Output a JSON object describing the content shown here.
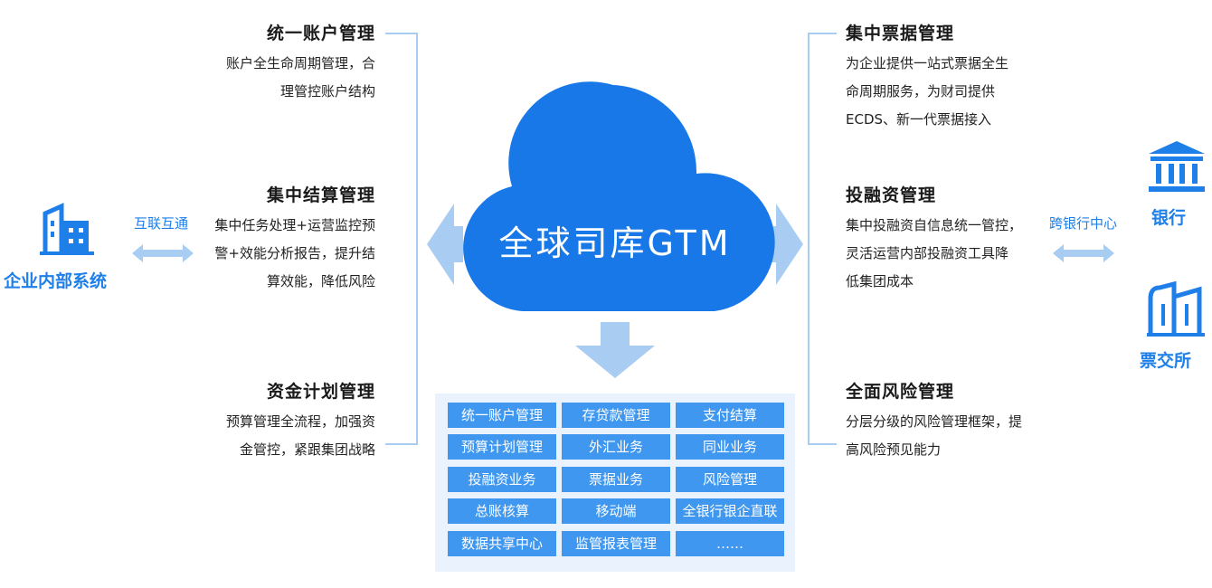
{
  "cloud": {
    "title": "全球司库GTM"
  },
  "left_external": {
    "label": "企业内部系统",
    "link_label": "互联互通"
  },
  "left_sections": [
    {
      "title": "统一账户管理",
      "lines": [
        "账户全生命周期管理，合",
        "理管控账户结构"
      ]
    },
    {
      "title": "集中结算管理",
      "lines": [
        "集中任务处理+运营监控预",
        "警+效能分析报告，提升结",
        "算效能，降低风险"
      ]
    },
    {
      "title": "资金计划管理",
      "lines": [
        "预算管理全流程，加强资",
        "金管控，紧跟集团战略"
      ]
    }
  ],
  "right_sections": [
    {
      "title": "集中票据管理",
      "lines": [
        "为企业提供一站式票据全生",
        "命周期服务，为财司提供",
        "ECDS、新一代票据接入"
      ]
    },
    {
      "title": "投融资管理",
      "lines": [
        "集中投融资自信息统一管控，",
        "灵活运营内部投融资工具降",
        "低集团成本"
      ]
    },
    {
      "title": "全面风险管理",
      "lines": [
        "分层分级的风险管理框架，提",
        "高风险预见能力"
      ]
    }
  ],
  "right_external": {
    "bank_label": "银行",
    "exchange_label": "票交所",
    "link_label": "跨银行中心"
  },
  "modules": [
    [
      "统一账户管理",
      "存贷款管理",
      "支付结算"
    ],
    [
      "预算计划管理",
      "外汇业务",
      "同业业务"
    ],
    [
      "投融资业务",
      "票据业务",
      "风险管理"
    ],
    [
      "总账核算",
      "移动端",
      "全银行银企直联"
    ],
    [
      "数据共享中心",
      "监管报表管理",
      "……"
    ]
  ],
  "colors": {
    "accent": "#1f7fe8",
    "cloud": "#1878e8",
    "arrow": "#a9cdf2",
    "cell": "#3f97f0",
    "panel": "#e9f2fd"
  }
}
